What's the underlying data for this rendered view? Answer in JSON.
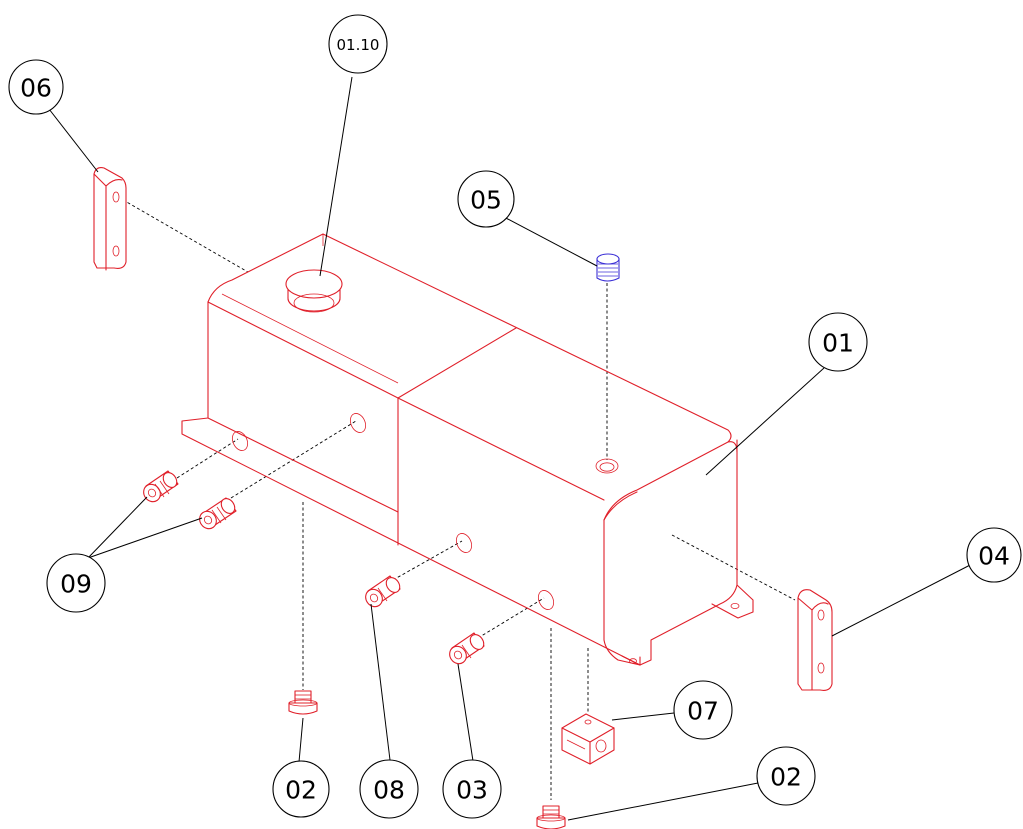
{
  "balloons": {
    "b06": "06",
    "b0110": "01.10",
    "b05": "05",
    "b01": "01",
    "b04": "04",
    "b09": "09",
    "b08": "08",
    "b03": "03",
    "b07": "07",
    "b02_left": "02",
    "b02_right": "02"
  },
  "colors": {
    "part_line": "#e0202a",
    "purchased_part_line": "#3b2fd6",
    "leader_line": "#000000"
  }
}
